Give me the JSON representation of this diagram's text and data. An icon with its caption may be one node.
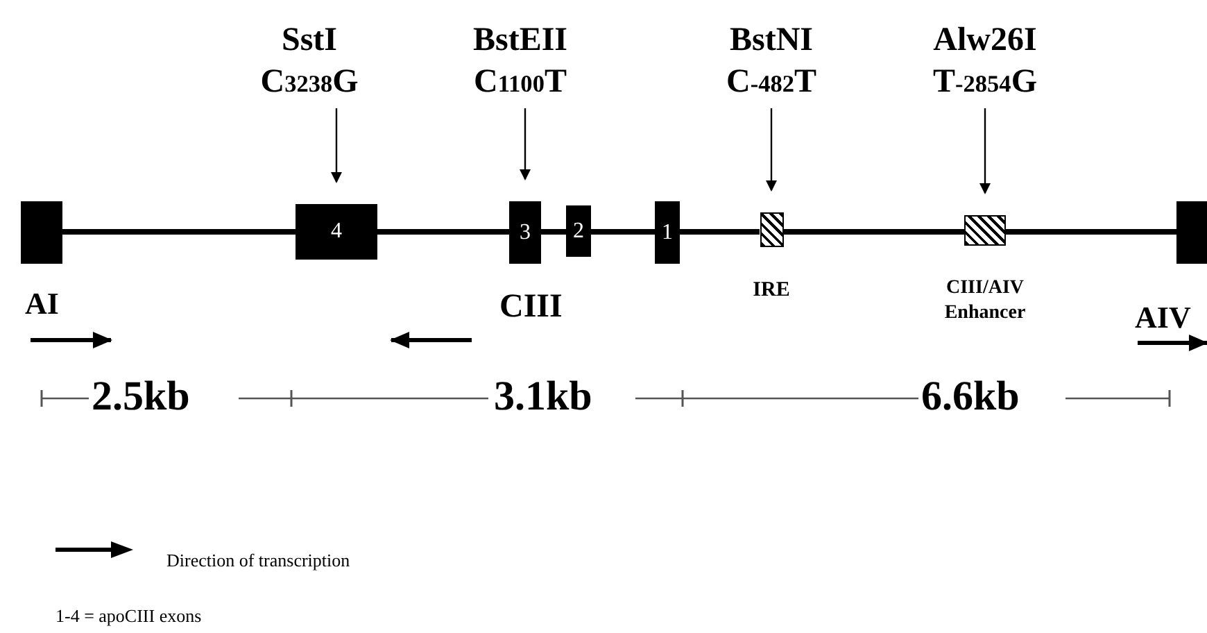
{
  "diagram": {
    "nodes": [
      {
        "text": [
          "SstI",
          "C$_{3238}$G"
        ]
      },
      {
        "text": [
          "BstEII",
          "C$_{1100}$T"
        ]
      },
      {
        "text": [
          "BstNI",
          "C$_{-482}$T"
        ]
      },
      {
        "text": [
          "Alw26I",
          "T$_{-2854}$G"
        ]
      },
      {
        "text": [],
        "shape": "box"
      },
      {
        "text": [
          "4"
        ]
      },
      {
        "text": [
          "3"
        ]
      },
      {
        "text": [
          "2"
        ]
      },
      {
        "text": [
          "1"
        ]
      },
      {
        "text": [
          "IRE"
        ]
      },
      {
        "text": [
          "CIII/AIV Enhancer"
        ]
      },
      {
        "text": [],
        "shape": "box"
      }
    ],
    "edges": [
      {
        "from": 0,
        "to": 5,
        "arrow": "to"
      },
      {
        "from": 1,
        "to": 6,
        "arrow": "to"
      },
      {
        "from": 2,
        "to": 9,
        "arrow": "to"
      },
      {
        "from": 3,
        "to": 10,
        "arrow": "to"
      },
      {
        "from": 4,
        "to": 5,
        "arrow": "none"
      },
      {
        "from": 5,
        "to": 6,
        "arrow": "none"
      },
      {
        "from": 6,
        "to": 7,
        "arrow": "none"
      },
      {
        "from": 7,
        "to": 8,
        "arrow": "none"
      },
      {
        "from": 8,
        "to": 9,
        "arrow": "none"
      },
      {
        "from": 9,
        "to": 10,
        "arrow": "none"
      },
      {
        "from": 10,
        "to": 11,
        "arrow": "none"
      }
    ],
    "labels": [
      "AI",
      "CIII",
      "AIV",
      "2.5kb",
      "3.1kb",
      "6.6kb",
      "1-4 = apoCIII exons"
    ],
    "legend": [
      {
        "text": "Direction of transcription"
      }
    ]
  }
}
